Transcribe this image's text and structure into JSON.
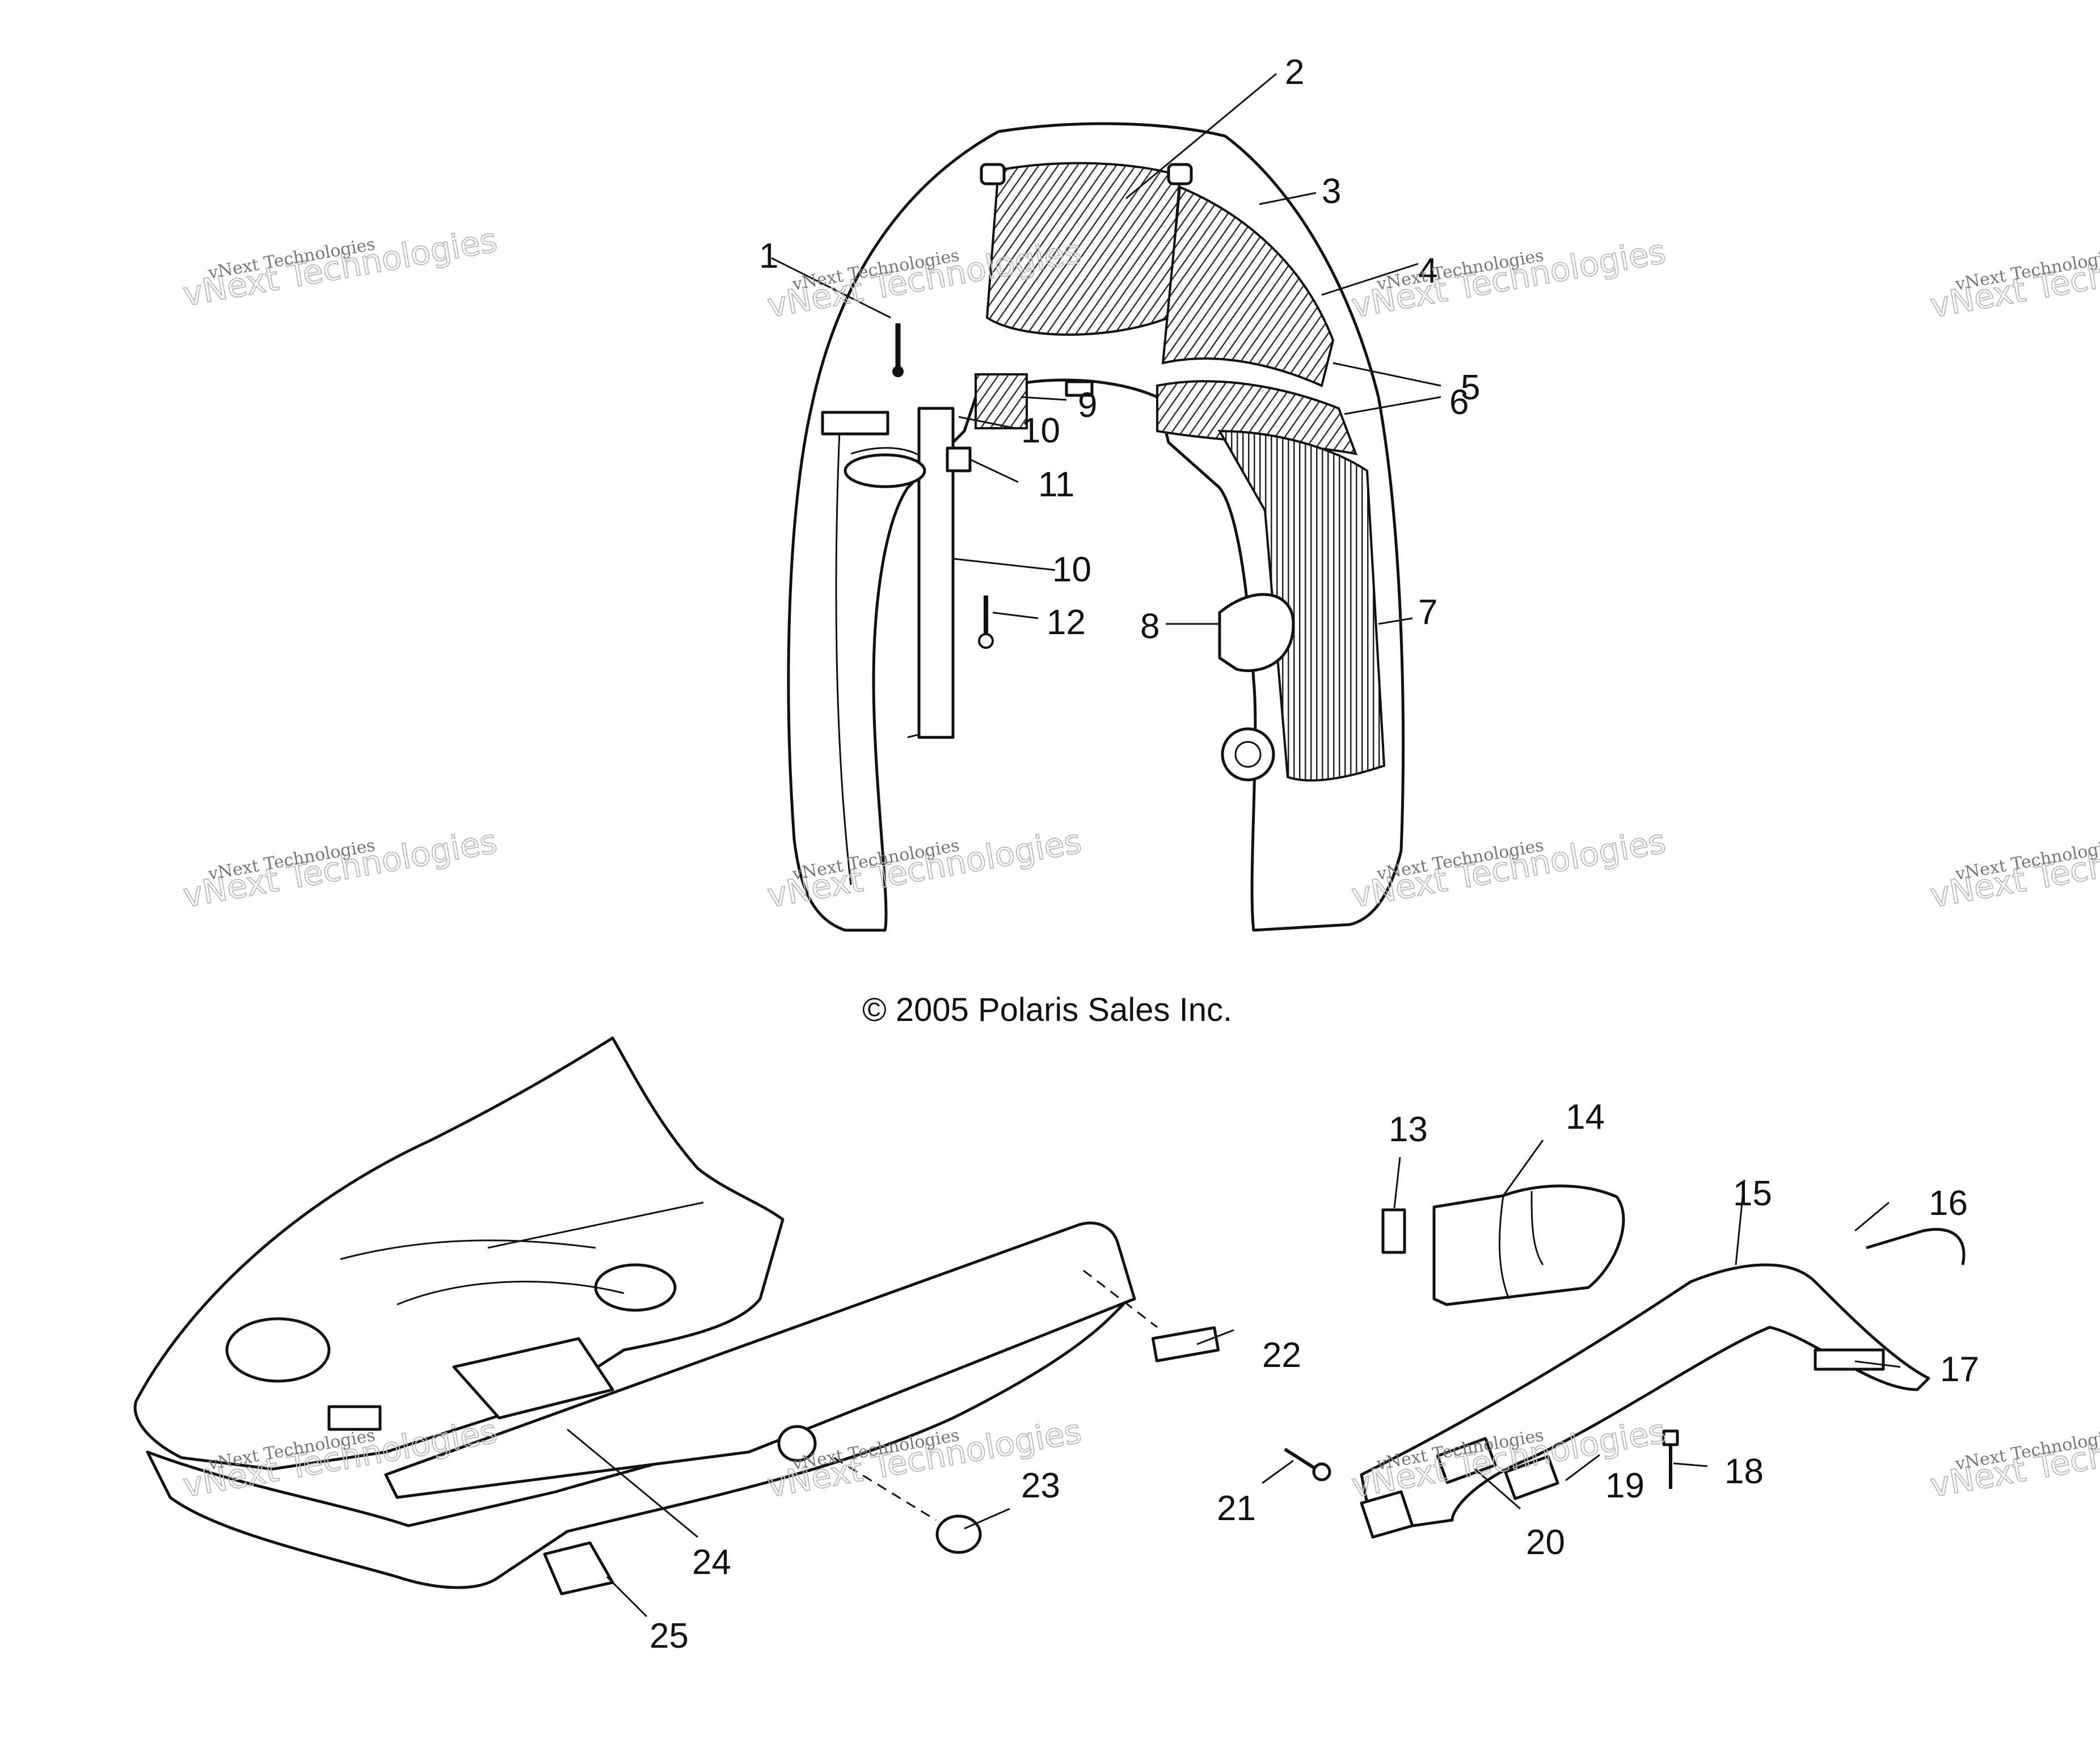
{
  "copyright": "© 2005 Polaris Sales Inc.",
  "watermark": {
    "small": "vNext Technologies",
    "big": "vNext Technologies"
  },
  "callouts": {
    "c1": "1",
    "c2": "2",
    "c3": "3",
    "c4": "4",
    "c5": "5",
    "c6": "6",
    "c7": "7",
    "c8": "8",
    "c9": "9",
    "c10a": "10",
    "c10b": "10",
    "c11": "11",
    "c12": "12",
    "c13": "13",
    "c14": "14",
    "c15": "15",
    "c16": "16",
    "c17": "17",
    "c18": "18",
    "c19": "19",
    "c20": "20",
    "c21": "21",
    "c22": "22",
    "c23": "23",
    "c24": "24",
    "c25": "25"
  },
  "colors": {
    "line": "#111111",
    "watermark": "#bdbdbd",
    "background": "#ffffff"
  }
}
